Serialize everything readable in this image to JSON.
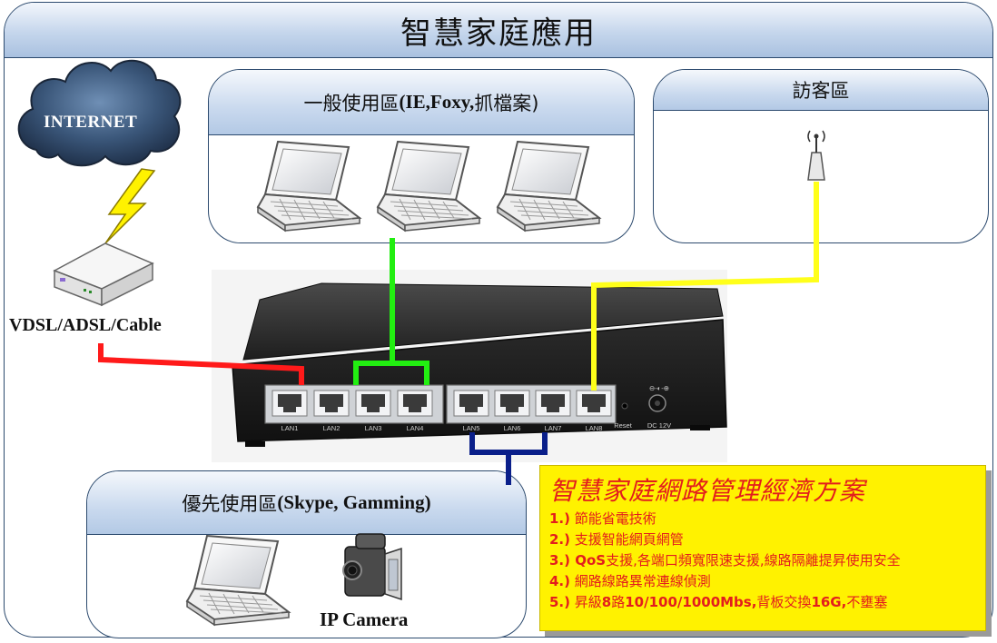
{
  "title": "智慧家庭應用",
  "internet": {
    "label": "INTERNET"
  },
  "modem": {
    "label": "VDSL/ADSL/Cable"
  },
  "general_zone": {
    "title_cn": "一般使用區",
    "title_en": "(IE,Foxy, ",
    "title_tail": "抓檔案)"
  },
  "guest_zone": {
    "title": "訪客區"
  },
  "priority_zone": {
    "title_cn": "優先使用區",
    "title_en": "(Skype, Gamming)"
  },
  "camera": {
    "label": "IP Camera"
  },
  "router": {
    "ports": [
      "LAN1",
      "LAN2",
      "LAN3",
      "LAN4",
      "LAN5",
      "LAN6",
      "LAN7",
      "LAN8"
    ],
    "reset_label": "Reset",
    "power_label": "DC 12V",
    "power_symbol": "⊖-◐-⊕"
  },
  "cables": {
    "modem": "#ff1a1a",
    "general": "#22ee11",
    "guest": "#ffff1a",
    "priority": "#0a1f8a"
  },
  "solution": {
    "title": "智慧家庭網路管理經濟方案",
    "items": [
      {
        "num": "1.)",
        "text": " 節能省電技術"
      },
      {
        "num": "2.)",
        "text": " 支援智能網頁網管"
      },
      {
        "num": "3.)",
        "bold": " QoS",
        "text": "支援,各端口頻寬限速支援,線路隔離提昇使用安全"
      },
      {
        "num": "4.)",
        "text": " 網路線路異常連線偵測"
      },
      {
        "num": "5.)",
        "text": " 昇級",
        "bold": "8",
        "text2": "路",
        "bold2": "10/100/1000Mbs,",
        "text3": "背板交換",
        "bold3": "16G,",
        "text4": "不壅塞"
      }
    ]
  }
}
